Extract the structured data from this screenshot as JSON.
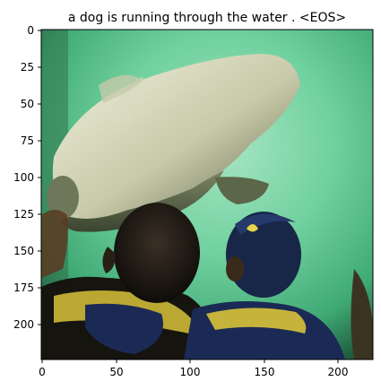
{
  "title": "a dog is running through the water . <EOS>",
  "x_ticks": [
    "0",
    "50",
    "100",
    "150",
    "200"
  ],
  "y_ticks": [
    "0",
    "25",
    "50",
    "75",
    "100",
    "125",
    "150",
    "175",
    "200"
  ],
  "image": {
    "description_colors": {
      "water_light": "#8fd9b0",
      "water_mid": "#5cc28f",
      "water_deep": "#2f8a5e",
      "seal_light": "#e8ead2",
      "seal_shadow": "#6f7a5a",
      "hair": "#1f1a14",
      "jacket_navy": "#1b2a55",
      "jacket_yellow": "#d8c23a",
      "cap_navy": "#1d2b4f"
    }
  }
}
